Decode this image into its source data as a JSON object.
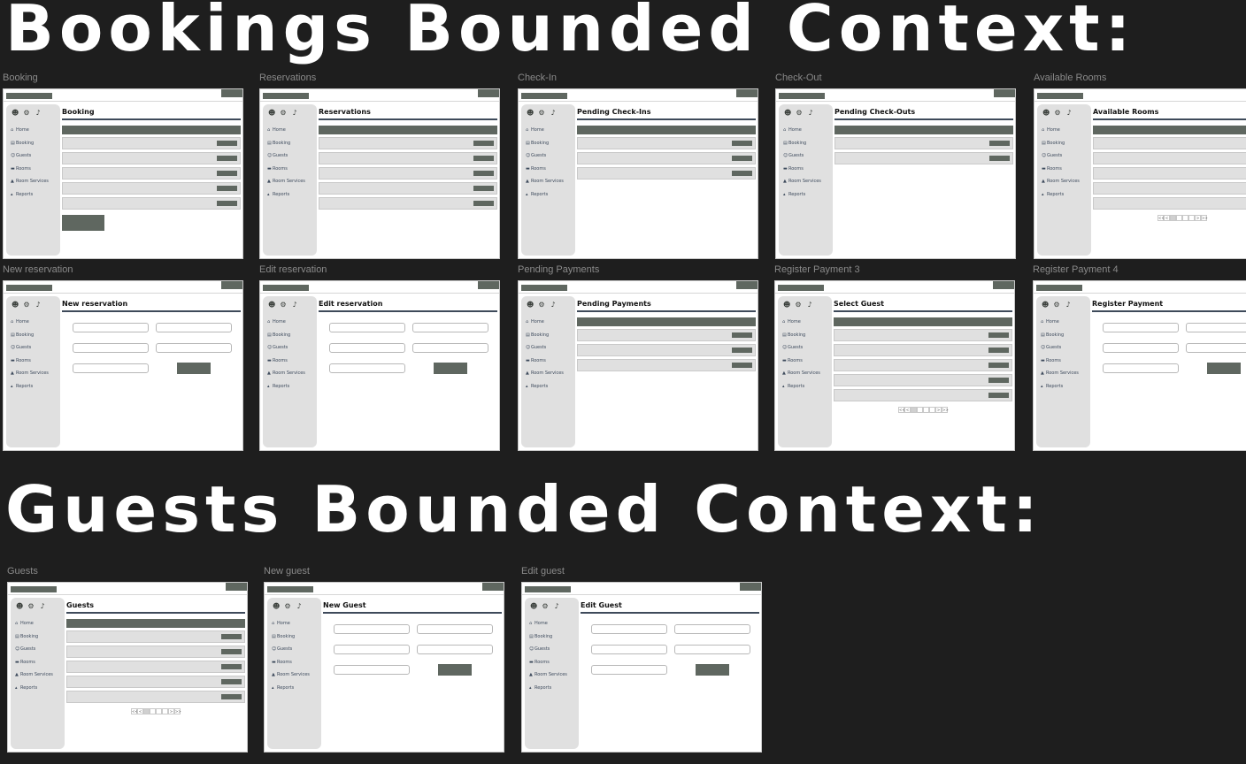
{
  "sections": [
    {
      "title": "Bookings Bounded Context:"
    },
    {
      "title": "Guests Bounded Context:"
    }
  ],
  "sidebar": {
    "icons": [
      "user-icon",
      "gear-icon",
      "bell-icon"
    ],
    "items": [
      {
        "label": "Home",
        "icon": "home-icon"
      },
      {
        "label": "Booking",
        "icon": "calendar-icon"
      },
      {
        "label": "Guests",
        "icon": "users-icon"
      },
      {
        "label": "Rooms",
        "icon": "bed-icon"
      },
      {
        "label": "Room Services",
        "icon": "bell-service-icon"
      },
      {
        "label": "Reports",
        "icon": "chart-icon"
      }
    ]
  },
  "pager": {
    "first": "<<",
    "prev": "<",
    "next": ">",
    "last": ">>"
  },
  "frames": [
    {
      "label": "Booking",
      "page_title": "Booking"
    },
    {
      "label": "Reservations",
      "page_title": "Reservations"
    },
    {
      "label": "Check-In",
      "page_title": "Pending Check-Ins"
    },
    {
      "label": "Check-Out",
      "page_title": "Pending Check-Outs"
    },
    {
      "label": "Available Rooms",
      "page_title": "Available Rooms"
    },
    {
      "label": "New reservation",
      "page_title": "New reservation"
    },
    {
      "label": "Edit reservation",
      "page_title": "Edit reservation"
    },
    {
      "label": "Pending Payments",
      "page_title": "Pending Payments"
    },
    {
      "label": "Register Payment 3",
      "page_title": "Select Guest"
    },
    {
      "label": "Register Payment 4",
      "page_title": "Register Payment"
    },
    {
      "label": "Guests",
      "page_title": "Guests"
    },
    {
      "label": "New guest",
      "page_title": "New Guest"
    },
    {
      "label": "Edit guest",
      "page_title": "Edit Guest"
    }
  ],
  "colors": {
    "background": "#1e1e1e",
    "accent_dark": "#5f6760",
    "title_rule": "#3e4a5a",
    "sidebar_bg": "#e0e0e0"
  }
}
